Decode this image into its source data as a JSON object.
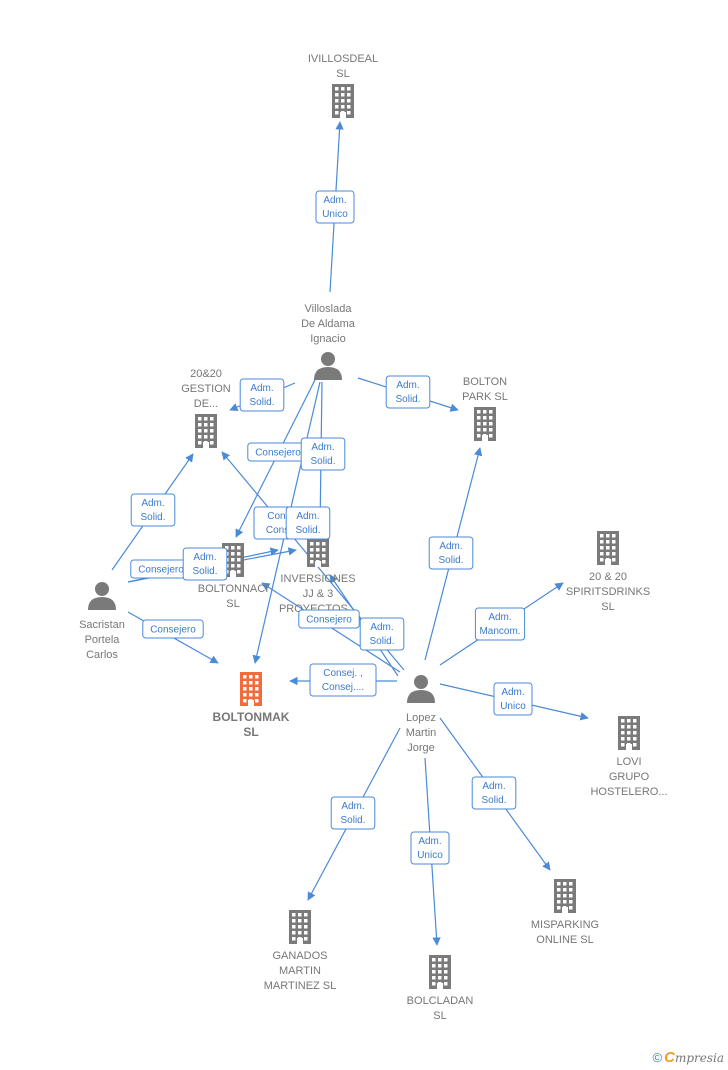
{
  "colors": {
    "edge": "#4a8ad8",
    "company": "#7a7a7a",
    "focus_company": "#f26b3a",
    "person": "#7a7a7a",
    "label": "#777777"
  },
  "nodes": [
    {
      "id": "ivillosdeal",
      "type": "company",
      "lines": [
        "IVILLOSDEAL",
        "SL"
      ]
    },
    {
      "id": "villoslada",
      "type": "person",
      "lines": [
        "Villoslada",
        "De Aldama",
        "Ignacio"
      ]
    },
    {
      "id": "gestion2020",
      "type": "company",
      "lines": [
        "20&20",
        "GESTION",
        "DE..."
      ]
    },
    {
      "id": "boltonpark",
      "type": "company",
      "lines": [
        "BOLTON",
        "PARK  SL"
      ]
    },
    {
      "id": "spirits2020",
      "type": "company",
      "lines": [
        "20 & 20",
        "SPIRITSDRINKS",
        "SL"
      ]
    },
    {
      "id": "boltonnaci",
      "type": "company",
      "lines": [
        "BOLTONNACI",
        "SL"
      ]
    },
    {
      "id": "inversiones",
      "type": "company",
      "lines": [
        "INVERSIONES",
        "JJ & 3",
        "PROYECTOS..."
      ]
    },
    {
      "id": "sacristan",
      "type": "person",
      "lines": [
        "Sacristan",
        "Portela",
        "Carlos"
      ]
    },
    {
      "id": "boltonmak",
      "type": "company",
      "focus": true,
      "lines": [
        "BOLTONMAK",
        "SL"
      ]
    },
    {
      "id": "lopez",
      "type": "person",
      "lines": [
        "Lopez",
        "Martin",
        "Jorge"
      ]
    },
    {
      "id": "lovi",
      "type": "company",
      "lines": [
        "LOVI",
        "GRUPO",
        "HOSTELERO..."
      ]
    },
    {
      "id": "ganados",
      "type": "company",
      "lines": [
        "GANADOS",
        "MARTIN",
        "MARTINEZ SL"
      ]
    },
    {
      "id": "bolcladan",
      "type": "company",
      "lines": [
        "BOLCLADAN",
        "SL"
      ]
    },
    {
      "id": "misparking",
      "type": "company",
      "lines": [
        "MISPARKING",
        "ONLINE  SL"
      ]
    }
  ],
  "edges": [
    {
      "from": "villoslada",
      "to": "ivillosdeal",
      "label": [
        "Adm.",
        "Unico"
      ]
    },
    {
      "from": "villoslada",
      "to": "gestion2020",
      "label": [
        "Adm.",
        "Solid."
      ]
    },
    {
      "from": "villoslada",
      "to": "boltonpark",
      "label": [
        "Adm.",
        "Solid."
      ]
    },
    {
      "from": "villoslada",
      "to": "boltonnaci",
      "label": [
        "Consejero"
      ]
    },
    {
      "from": "villoslada",
      "to": "inversiones",
      "label": [
        "Adm.",
        "Solid."
      ]
    },
    {
      "from": "villoslada",
      "to": "boltonmak",
      "label": [
        "Consej. ,",
        "Consej...."
      ]
    },
    {
      "from": "sacristan",
      "to": "gestion2020",
      "label": [
        "Adm.",
        "Solid."
      ]
    },
    {
      "from": "sacristan",
      "to": "boltonnaci",
      "label": [
        "Consejero"
      ]
    },
    {
      "from": "sacristan",
      "to": "inversiones",
      "label": [
        "Adm.",
        "Solid."
      ]
    },
    {
      "from": "sacristan",
      "to": "boltonmak",
      "label": [
        "Consejero"
      ]
    },
    {
      "from": "lopez",
      "to": "gestion2020",
      "label": [
        "Adm.",
        "Solid."
      ]
    },
    {
      "from": "lopez",
      "to": "boltonnaci",
      "label": [
        "Consejero"
      ]
    },
    {
      "from": "lopez",
      "to": "inversiones",
      "label": [
        "Adm.",
        "Solid."
      ]
    },
    {
      "from": "lopez",
      "to": "boltonpark",
      "label": [
        "Adm.",
        "Solid."
      ]
    },
    {
      "from": "lopez",
      "to": "spirits2020",
      "label": [
        "Adm.",
        "Mancom."
      ]
    },
    {
      "from": "lopez",
      "to": "lovi",
      "label": [
        "Adm.",
        "Unico"
      ]
    },
    {
      "from": "lopez",
      "to": "boltonmak",
      "label": [
        "Consej. ,",
        "Consej...."
      ]
    },
    {
      "from": "lopez",
      "to": "ganados",
      "label": [
        "Adm.",
        "Solid."
      ]
    },
    {
      "from": "lopez",
      "to": "bolcladan",
      "label": [
        "Adm.",
        "Unico"
      ]
    },
    {
      "from": "lopez",
      "to": "misparking",
      "label": [
        "Adm.",
        "Solid."
      ]
    }
  ],
  "footer": {
    "copyright": "©",
    "brand_first": "C",
    "brand_rest": "mpresia"
  }
}
